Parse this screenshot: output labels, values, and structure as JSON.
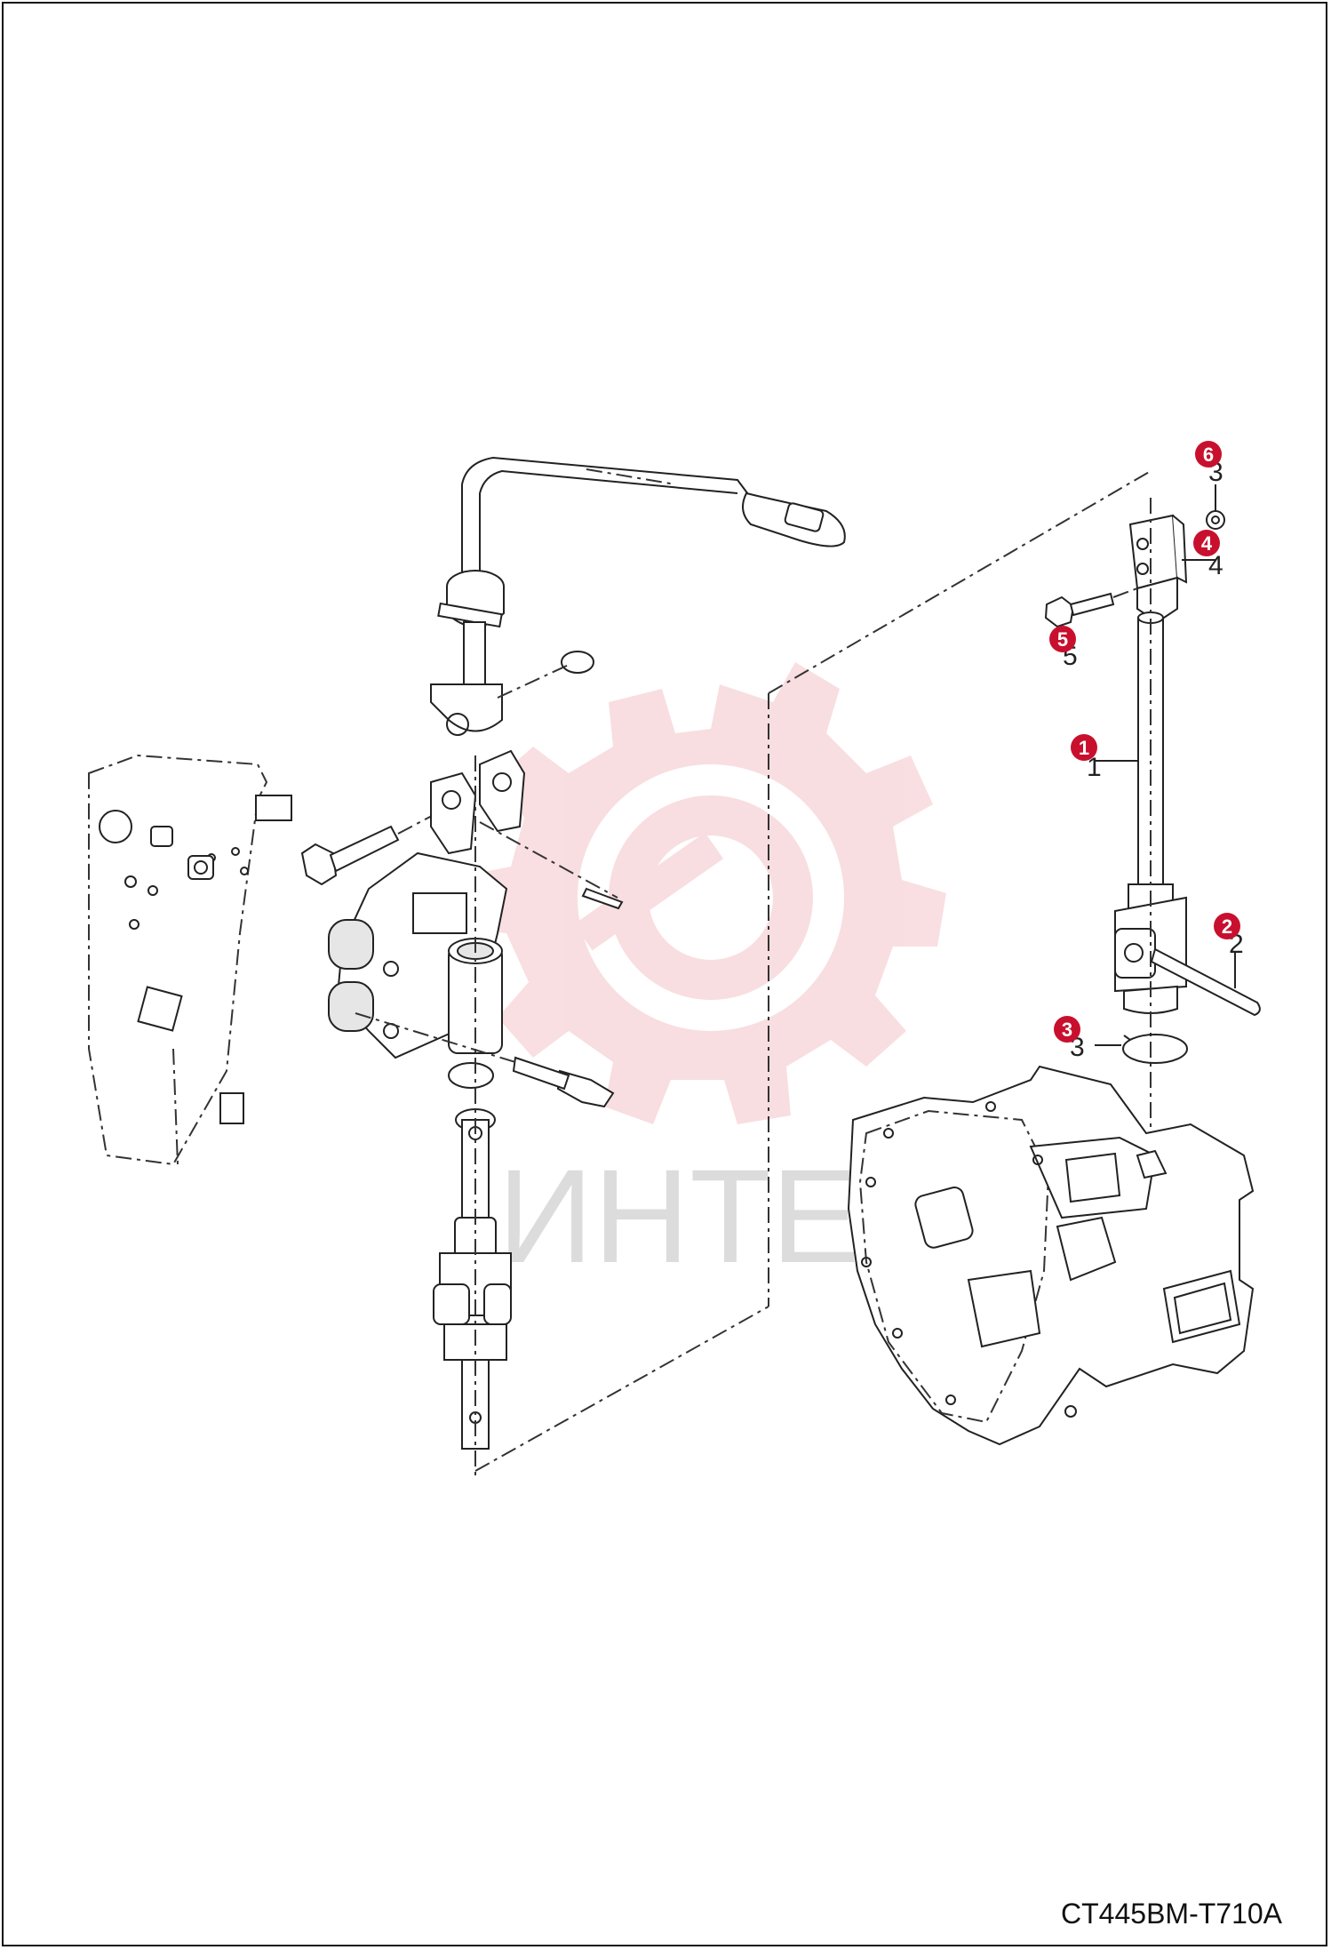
{
  "watermark": {
    "text": "ИНТЕХ",
    "color": "#f3c2c6",
    "text_color": "#d8d8d8"
  },
  "diagram_code": "CT445BM-T710A",
  "callout_color": "#c8102e",
  "callouts": [
    {
      "id": "1",
      "label": "1",
      "part_number": "1"
    },
    {
      "id": "2",
      "label": "2",
      "part_number": "2"
    },
    {
      "id": "3",
      "label": "3",
      "part_number": "3"
    },
    {
      "id": "4",
      "label": "4",
      "part_number": "4"
    },
    {
      "id": "5",
      "label": "5",
      "part_number": "5"
    },
    {
      "id": "6",
      "label": "6",
      "part_number": "3"
    }
  ]
}
